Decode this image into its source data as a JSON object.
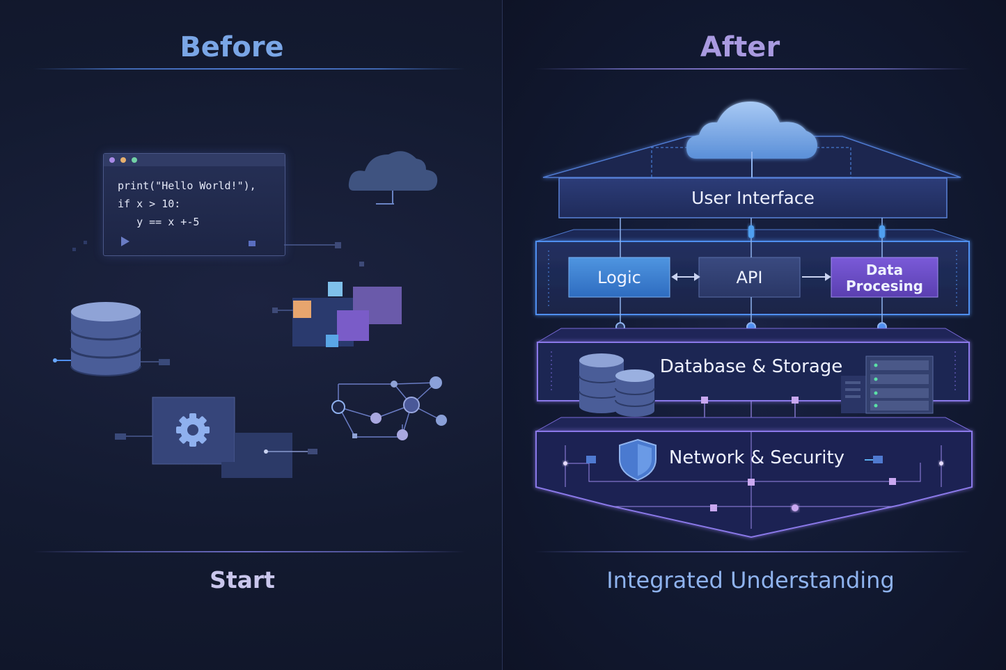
{
  "left": {
    "title": "Before",
    "footer": "Start",
    "code": {
      "lines": [
        "print(\"Hello World!\"),",
        "if x > 10:",
        "   y == x +-5"
      ]
    }
  },
  "right": {
    "title": "After",
    "footer": "Integrated Understanding",
    "layers": {
      "ui": "User Interface",
      "logic": "Logic",
      "api": "API",
      "data_processing_line1": "Data",
      "data_processing_line2": "Procesing",
      "database": "Database & Storage",
      "network": "Network & Security"
    }
  },
  "colors": {
    "before_title": "#7aa6e6",
    "after_title": "#a99ae0",
    "start": "#c9c6ec",
    "integrated": "#8fb3ee",
    "accent_blue": "#4f8ff0",
    "accent_purple": "#9a73f0"
  }
}
